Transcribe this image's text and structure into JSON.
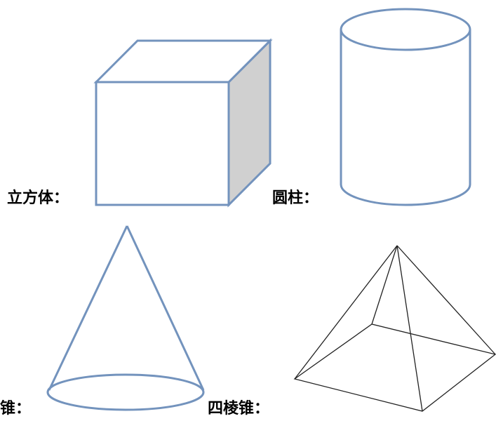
{
  "labels": {
    "cube": "立方体：",
    "cylinder": "圆柱：",
    "cone": "圆锥：",
    "pyramid": "四棱锥："
  },
  "colors": {
    "shape_stroke": "#7393bd",
    "cube_side_fill": "#d0d0d0",
    "pyramid_stroke": "#222222",
    "text": "#000000"
  }
}
